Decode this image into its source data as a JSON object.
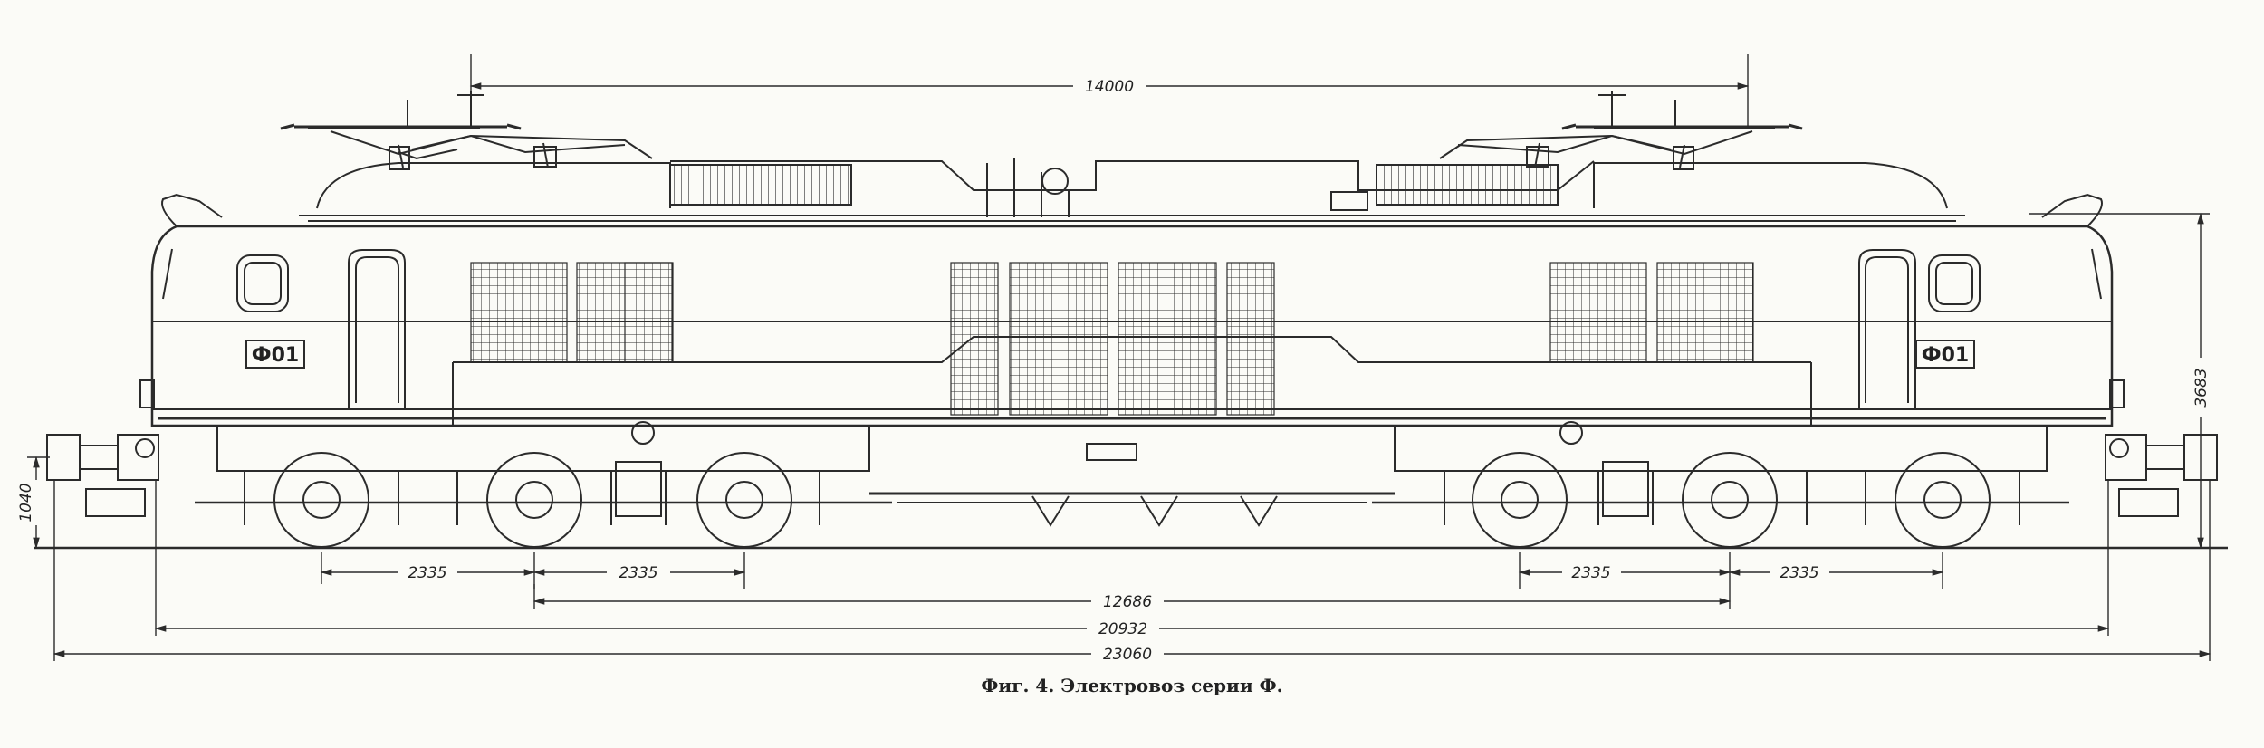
{
  "figure": {
    "caption": "Фиг. 4. Электровоз серии Ф.",
    "cab_number": "Ф01",
    "dimensions": {
      "pantograph_spacing": "14000",
      "axle_spacing_1": "2335",
      "axle_spacing_2": "2335",
      "axle_spacing_3": "2335",
      "axle_spacing_4": "2335",
      "bogie_pivot_spacing": "12686",
      "frame_length": "20932",
      "length_over_buffers": "23060",
      "body_height": "3683",
      "buffer_height": "1040"
    }
  },
  "colors": {
    "ink": "#2b2b2b",
    "paper": "#fbfbf7"
  }
}
